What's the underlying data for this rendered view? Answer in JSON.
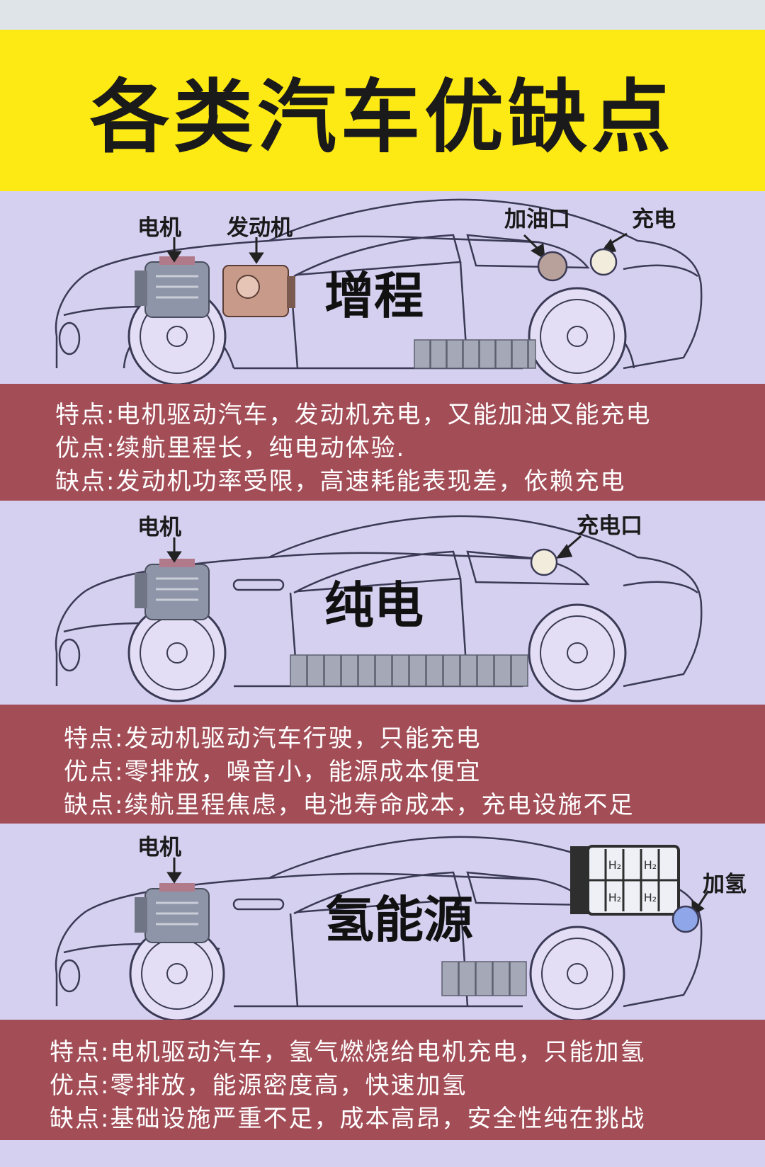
{
  "title": "各类汽车优缺点",
  "sections": [
    {
      "name": "增程",
      "labels": [
        "电机",
        "发动机",
        "加油口",
        "充电"
      ],
      "features": "特点:电机驱动汽车，发动机充电，又能加油又能充电",
      "pros": "优点:续航里程长，纯电动体验.",
      "cons": "缺点:发动机功率受限，高速耗能表现差，依赖充电"
    },
    {
      "name": "纯电",
      "labels": [
        "电机",
        "充电口"
      ],
      "features": "特点:发动机驱动汽车行驶，只能充电",
      "pros": "优点:零排放，噪音小，能源成本便宜",
      "cons": "缺点:续航里程焦虑，电池寿命成本，充电设施不足"
    },
    {
      "name": "氢能源",
      "labels": [
        "电机",
        "加氢"
      ],
      "tank_text": [
        "H₂",
        "H₂",
        "H₂",
        "H₂"
      ],
      "features": "特点:电机驱动汽车，氢气燃烧给电机充电，只能加氢",
      "pros": "优点:零排放，能源密度高，快速加氢",
      "cons": "缺点:基础设施严重不足，成本高昂，安全性纯在挑战"
    }
  ]
}
